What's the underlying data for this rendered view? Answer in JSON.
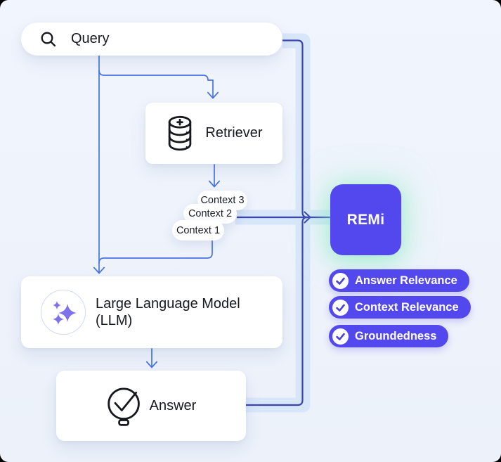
{
  "diagram": {
    "query": {
      "label": "Query",
      "icon": "search-icon"
    },
    "retriever": {
      "label": "Retriever",
      "icon": "database-icon"
    },
    "contexts": {
      "items": [
        {
          "label": "Context 3"
        },
        {
          "label": "Context 2"
        },
        {
          "label": "Context 1"
        }
      ]
    },
    "llm": {
      "label": "Large Language Model (LLM)",
      "icon": "sparkles-icon"
    },
    "answer": {
      "label": "Answer",
      "icon": "bulb-check-icon"
    },
    "remi": {
      "label": "REMi"
    },
    "metrics": [
      {
        "label": "Answer Relevance",
        "icon": "check-circle-icon"
      },
      {
        "label": "Context Relevance",
        "icon": "check-circle-icon"
      },
      {
        "label": "Groundedness",
        "icon": "check-circle-icon"
      }
    ],
    "colors": {
      "background": "#eef2fb",
      "accent_purple": "#5347ee",
      "pipe_band": "#d8e6f9",
      "pipe_line": "#3a46ae",
      "arrow_blue": "#4673e8",
      "glow_green": "#7dedb9",
      "star_purple": "#7d72e9"
    }
  }
}
